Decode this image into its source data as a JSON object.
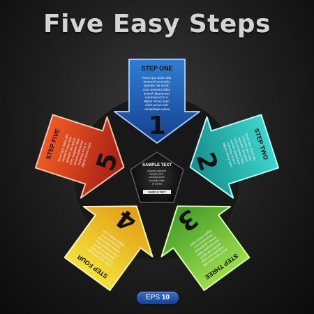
{
  "title": "Five Easy Steps",
  "center": {
    "title": "SAMPLE TEXT",
    "lines": [
      "Aliquam placerat",
      "tempor nunc",
      "euismod enim",
      "convallis vitae",
      "et cursus"
    ],
    "bar_label": "SAMPLE TEXT"
  },
  "steps": [
    {
      "title": "STEP ONE",
      "number": "1",
      "color": "#1f5fb0",
      "lines": [
        "Anum quo dulce aliu",
        "innereml acut dulu",
        "queclim net apicih",
        "nom venipeim bilan",
        "acrisol ulpatumest",
        "nummaa ict et ri",
        "dignis nimos nyeo",
        "volict accus nutr",
        "voluptilisipt volone"
      ]
    },
    {
      "title": "STEP TWO",
      "number": "2",
      "color": "#23b9b4",
      "lines": [
        "Anum quo dulce aliu",
        "innereml acut dulu",
        "queclim net apicih",
        "nom venipeim bilan",
        "acrisol ulpatumest",
        "nummaa ict et ri",
        "dignis nimos nyeo"
      ]
    },
    {
      "title": "STEP THREE",
      "number": "3",
      "color": "#6fbf3a",
      "lines": [
        "Anum quo dulce aliu",
        "innereml acut dulu",
        "queclim net apicih",
        "nom venipeim bilan",
        "acrisol ulpatumest",
        "nummaa ict et ri",
        "dignis nimos nyeo"
      ]
    },
    {
      "title": "STEP FOUR",
      "number": "4",
      "color": "#e6c417",
      "lines": [
        "Anum quo dulce aliu",
        "innereml acut dulu",
        "queclim net apicih",
        "nom venipeim bilan",
        "acrisol ulpatumest",
        "nummaa ict et ri",
        "dignis nimos nyeo"
      ]
    },
    {
      "title": "STEP FIVE",
      "number": "5",
      "color": "#d5341b",
      "lines": [
        "Anum quo dulce aliu",
        "innereml acut dulu",
        "queclim net apicih",
        "nom venipeim bilan",
        "acrisol ulpatumest",
        "nummaa ict et ri",
        "dignis nimos nyeo"
      ]
    }
  ],
  "badge": {
    "label": "EPS",
    "value": "10"
  }
}
